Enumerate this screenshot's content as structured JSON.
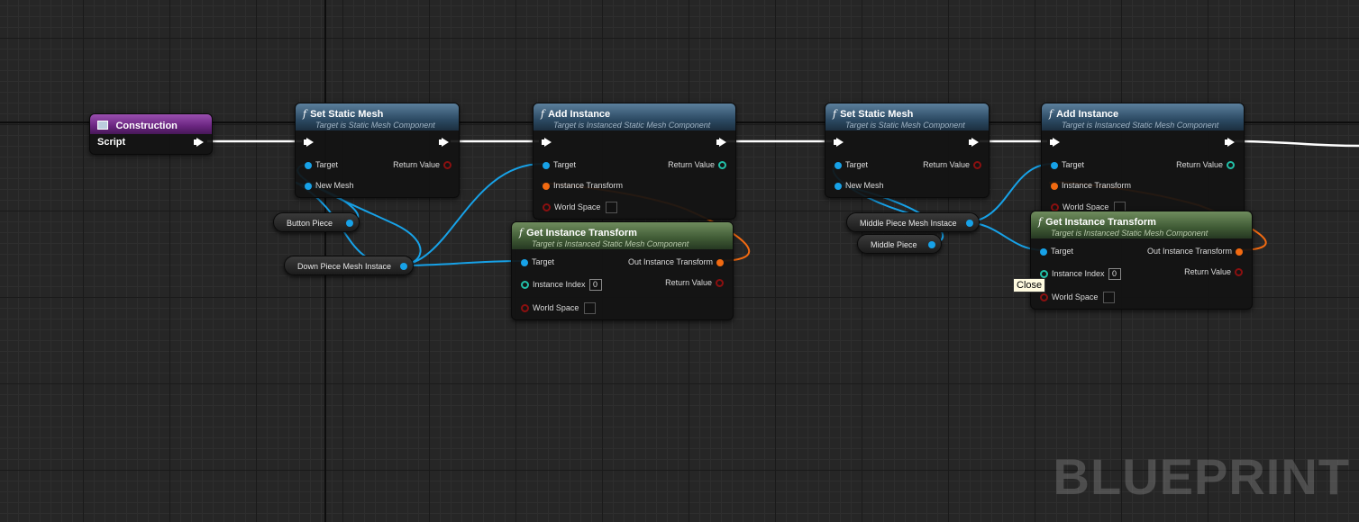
{
  "watermark": "BLUEPRINT",
  "tooltip": "Close",
  "colors": {
    "object_pin": "#17a2e8",
    "transform_pin": "#f26a11",
    "int_pin": "#22c0a8",
    "bool_pin": "#8b1010",
    "exec_wire": "#ffffff",
    "function_header": "#2c4a63",
    "pure_function_header": "#3f5a35",
    "event_header": "#6a2580"
  },
  "icons": {
    "function": "f",
    "event": "event-icon"
  },
  "nodes": {
    "construction_script": {
      "title": "Construction Script"
    },
    "set_static_mesh_1": {
      "title": "Set Static Mesh",
      "subtitle": "Target is Static Mesh Component",
      "target": "Target",
      "new_mesh": "New Mesh",
      "return_value": "Return Value"
    },
    "add_instance_1": {
      "title": "Add Instance",
      "subtitle": "Target is Instanced Static Mesh Component",
      "target": "Target",
      "instance_transform": "Instance Transform",
      "world_space": "World Space",
      "return_value": "Return Value"
    },
    "get_instance_transform_1": {
      "title": "Get Instance Transform",
      "subtitle": "Target is Instanced Static Mesh Component",
      "target": "Target",
      "instance_index": "Instance Index",
      "instance_index_value": "0",
      "world_space": "World Space",
      "out_instance_transform": "Out Instance Transform",
      "return_value": "Return Value"
    },
    "set_static_mesh_2": {
      "title": "Set Static Mesh",
      "subtitle": "Target is Static Mesh Component",
      "target": "Target",
      "new_mesh": "New Mesh",
      "return_value": "Return Value"
    },
    "add_instance_2": {
      "title": "Add Instance",
      "subtitle": "Target is Instanced Static Mesh Component",
      "target": "Target",
      "instance_transform": "Instance Transform",
      "world_space": "World Space",
      "return_value": "Return Value"
    },
    "get_instance_transform_2": {
      "title": "Get Instance Transform",
      "subtitle": "Target is Instanced Static Mesh Component",
      "target": "Target",
      "instance_index": "Instance Index",
      "instance_index_value": "0",
      "world_space": "World Space",
      "out_instance_transform": "Out Instance Transform",
      "return_value": "Return Value"
    }
  },
  "variables": {
    "button_piece": "Button Piece",
    "down_piece_mesh_instace": "Down Piece Mesh Instace",
    "middle_piece_mesh_instace": "Middle Piece Mesh Instace",
    "middle_piece": "Middle Piece"
  }
}
